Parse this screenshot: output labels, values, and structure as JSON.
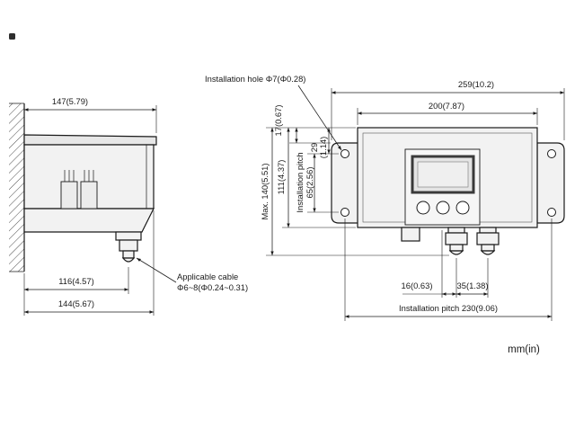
{
  "units_label": "mm(in)",
  "side_view": {
    "dim_depth_top": "147(5.79)",
    "dim_gland_offset": "116(4.57)",
    "dim_depth_bottom": "144(5.67)",
    "cable_note": {
      "line1": "Applicable cable",
      "line2": "Φ6~8(Φ0.24~0.31)"
    }
  },
  "front_view": {
    "install_hole_note": "Installation hole Φ7(Φ0.28)",
    "dim_overall_width": "259(10.2)",
    "dim_body_width": "200(7.87)",
    "dim_ear_top_offset": "17(0.67)",
    "dim_hole_top_offset": {
      "line1": "29",
      "line2": "(1.14)"
    },
    "dim_vertical_pitch": {
      "line1": "Installation pitch",
      "line2": "65(2.56)"
    },
    "dim_body_height": "111(4.37)",
    "dim_max_height": "Max. 140(5.51)",
    "dim_gland_offset": "16(0.63)",
    "dim_gland_pitch": "35(1.38)",
    "dim_horizontal_pitch": "Installation pitch  230(9.06)"
  },
  "colors": {
    "line": "#1a1a1a",
    "body_fill": "#f2f2f2",
    "screen_frame": "#3a3a3a"
  }
}
